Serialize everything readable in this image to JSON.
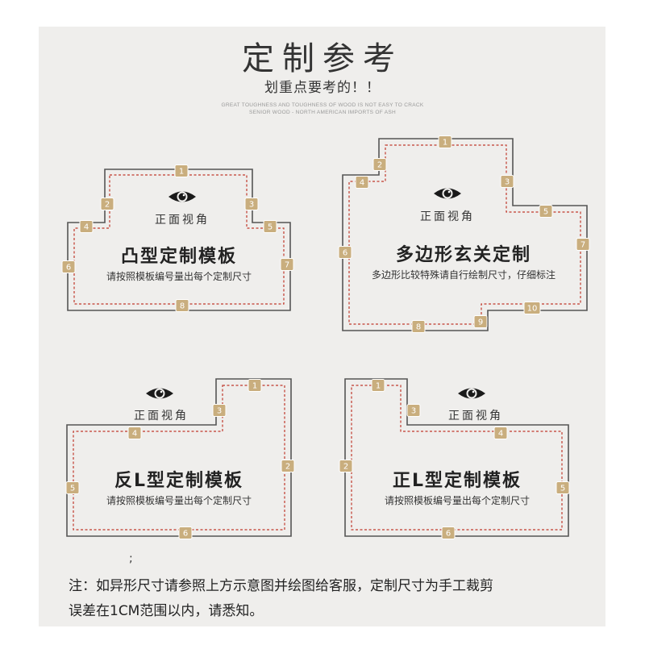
{
  "header": {
    "title": "定制参考",
    "subtitle": "划重点要考的！！",
    "tagline_1": "GREAT TOUGHNESS AND TOUGHNESS OF WOOD IS NOT EASY TO CRACK",
    "tagline_2": "SENIOR WOOD - NORTH AMERICAN IMPORTS OF ASH"
  },
  "view_label": "正面视角",
  "templates": [
    {
      "name": "凸型定制模板",
      "desc": "请按照模板编号量出每个定制尺寸",
      "markers": [
        "1",
        "2",
        "3",
        "4",
        "5",
        "6",
        "7",
        "8"
      ]
    },
    {
      "name": "多边形玄关定制",
      "desc": "多边形比较特殊请自行绘制尺寸，仔细标注",
      "markers": [
        "1",
        "2",
        "3",
        "4",
        "5",
        "6",
        "7",
        "8",
        "9",
        "10"
      ]
    },
    {
      "name": "反L型定制模板",
      "desc": "请按照模板编号量出每个定制尺寸",
      "markers": [
        "1",
        "2",
        "3",
        "4",
        "5",
        "6"
      ]
    },
    {
      "name": "正L型定制模板",
      "desc": "请按照模板编号量出每个定制尺寸",
      "markers": [
        "1",
        "2",
        "3",
        "4",
        "5",
        "6"
      ]
    }
  ],
  "footer": {
    "mark": ";",
    "note_line1": "注：如异形尺寸请参照上方示意图并绘图给客服，定制尺寸为手工裁剪",
    "note_line2": "误差在1CM范围以内，请悉知。"
  },
  "colors": {
    "badge": "#c9ae7e",
    "dash": "#c0392b",
    "outline": "#555555",
    "panel": "#efeeec"
  },
  "icons": [
    "eye-icon"
  ]
}
